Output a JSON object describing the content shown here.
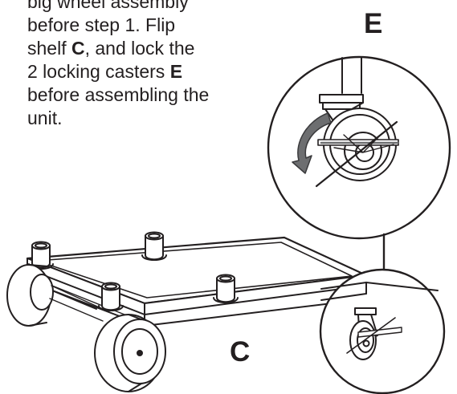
{
  "instructions": {
    "line1": "big wheel assembly",
    "line2": "before step 1. Flip",
    "line3_pre": "shelf ",
    "line3_bold": "C",
    "line3_post": ", and lock the",
    "line4_pre": "2 locking casters ",
    "line4_bold": "E",
    "line5": "before assembling the",
    "line6": "unit."
  },
  "labels": {
    "caster": "E",
    "shelf": "C"
  },
  "colors": {
    "ink": "#231f20",
    "arrow": "#6d6e70",
    "arrow_edge": "#3b3b3d",
    "paper": "#ffffff"
  }
}
